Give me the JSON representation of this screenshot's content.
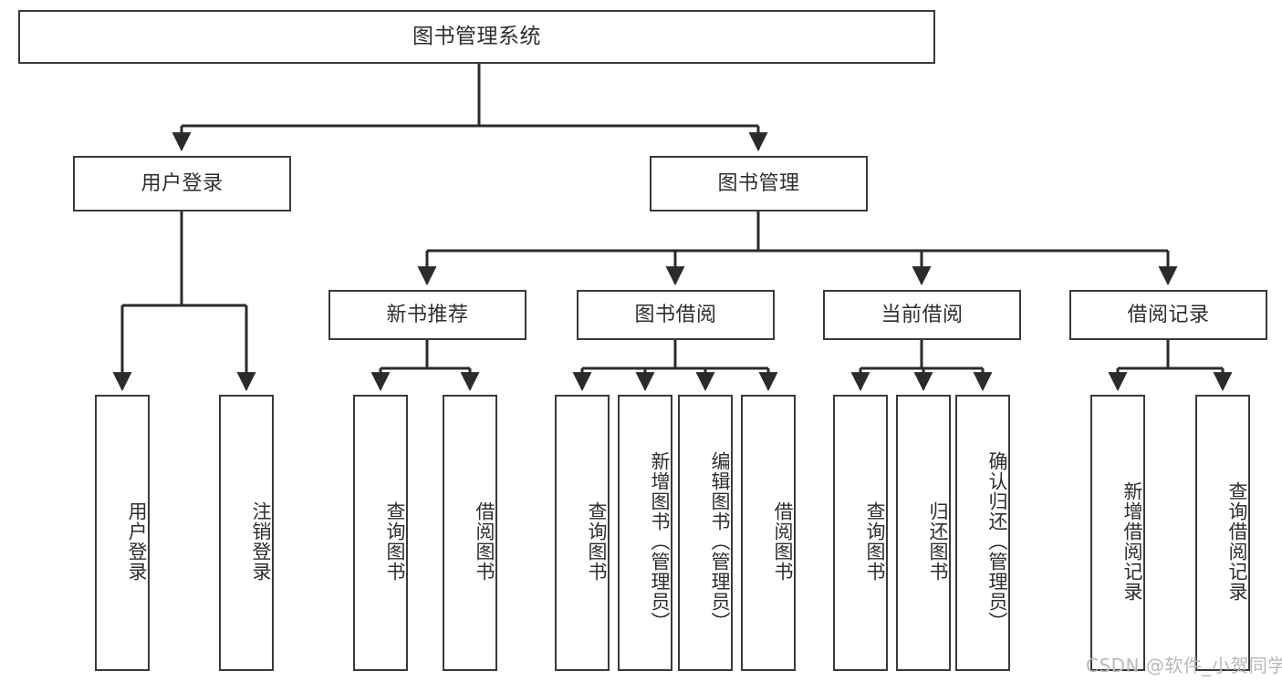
{
  "diagram": {
    "type": "tree",
    "title": "图书管理系统",
    "orientation": "top-down",
    "colors": {
      "box_border": "#3a3a3a",
      "box_fill": "#ffffff",
      "edge": "#2b2b2b",
      "text": "#2e2e2e",
      "watermark": "#b9b9b9",
      "background": "#ffffff"
    }
  },
  "nodes": {
    "root": {
      "label": "图书管理系统"
    },
    "level1": [
      {
        "id": "user-login",
        "label": "用户登录"
      },
      {
        "id": "book-manage",
        "label": "图书管理"
      }
    ],
    "level2": [
      {
        "id": "new-book-recommend",
        "label": "新书推荐"
      },
      {
        "id": "book-borrow",
        "label": "图书借阅"
      },
      {
        "id": "current-borrow",
        "label": "当前借阅"
      },
      {
        "id": "borrow-record",
        "label": "借阅记录"
      }
    ],
    "leaves": {
      "user_login": [
        {
          "id": "leaf-user-login",
          "label": "用户登录"
        },
        {
          "id": "leaf-logout-login",
          "label": "注销登录"
        }
      ],
      "new_book_recommend": [
        {
          "id": "leaf-query-book-1",
          "label": "查询图书"
        },
        {
          "id": "leaf-borrow-book-1",
          "label": "借阅图书"
        }
      ],
      "book_borrow": [
        {
          "id": "leaf-query-book-2",
          "label": "查询图书"
        },
        {
          "id": "leaf-add-book",
          "label": "新增图书（管理员）"
        },
        {
          "id": "leaf-edit-book",
          "label": "编辑图书（管理员）"
        },
        {
          "id": "leaf-borrow-book-2",
          "label": "借阅图书"
        }
      ],
      "current_borrow": [
        {
          "id": "leaf-query-book-3",
          "label": "查询图书"
        },
        {
          "id": "leaf-return-book",
          "label": "归还图书"
        },
        {
          "id": "leaf-confirm-return",
          "label": "确认归还（管理员）"
        }
      ],
      "borrow_record": [
        {
          "id": "leaf-add-record",
          "label": "新增借阅记录"
        },
        {
          "id": "leaf-query-record",
          "label": "查询借阅记录"
        }
      ]
    }
  },
  "watermark": {
    "text": "CSDN @软件_小贺同学"
  }
}
